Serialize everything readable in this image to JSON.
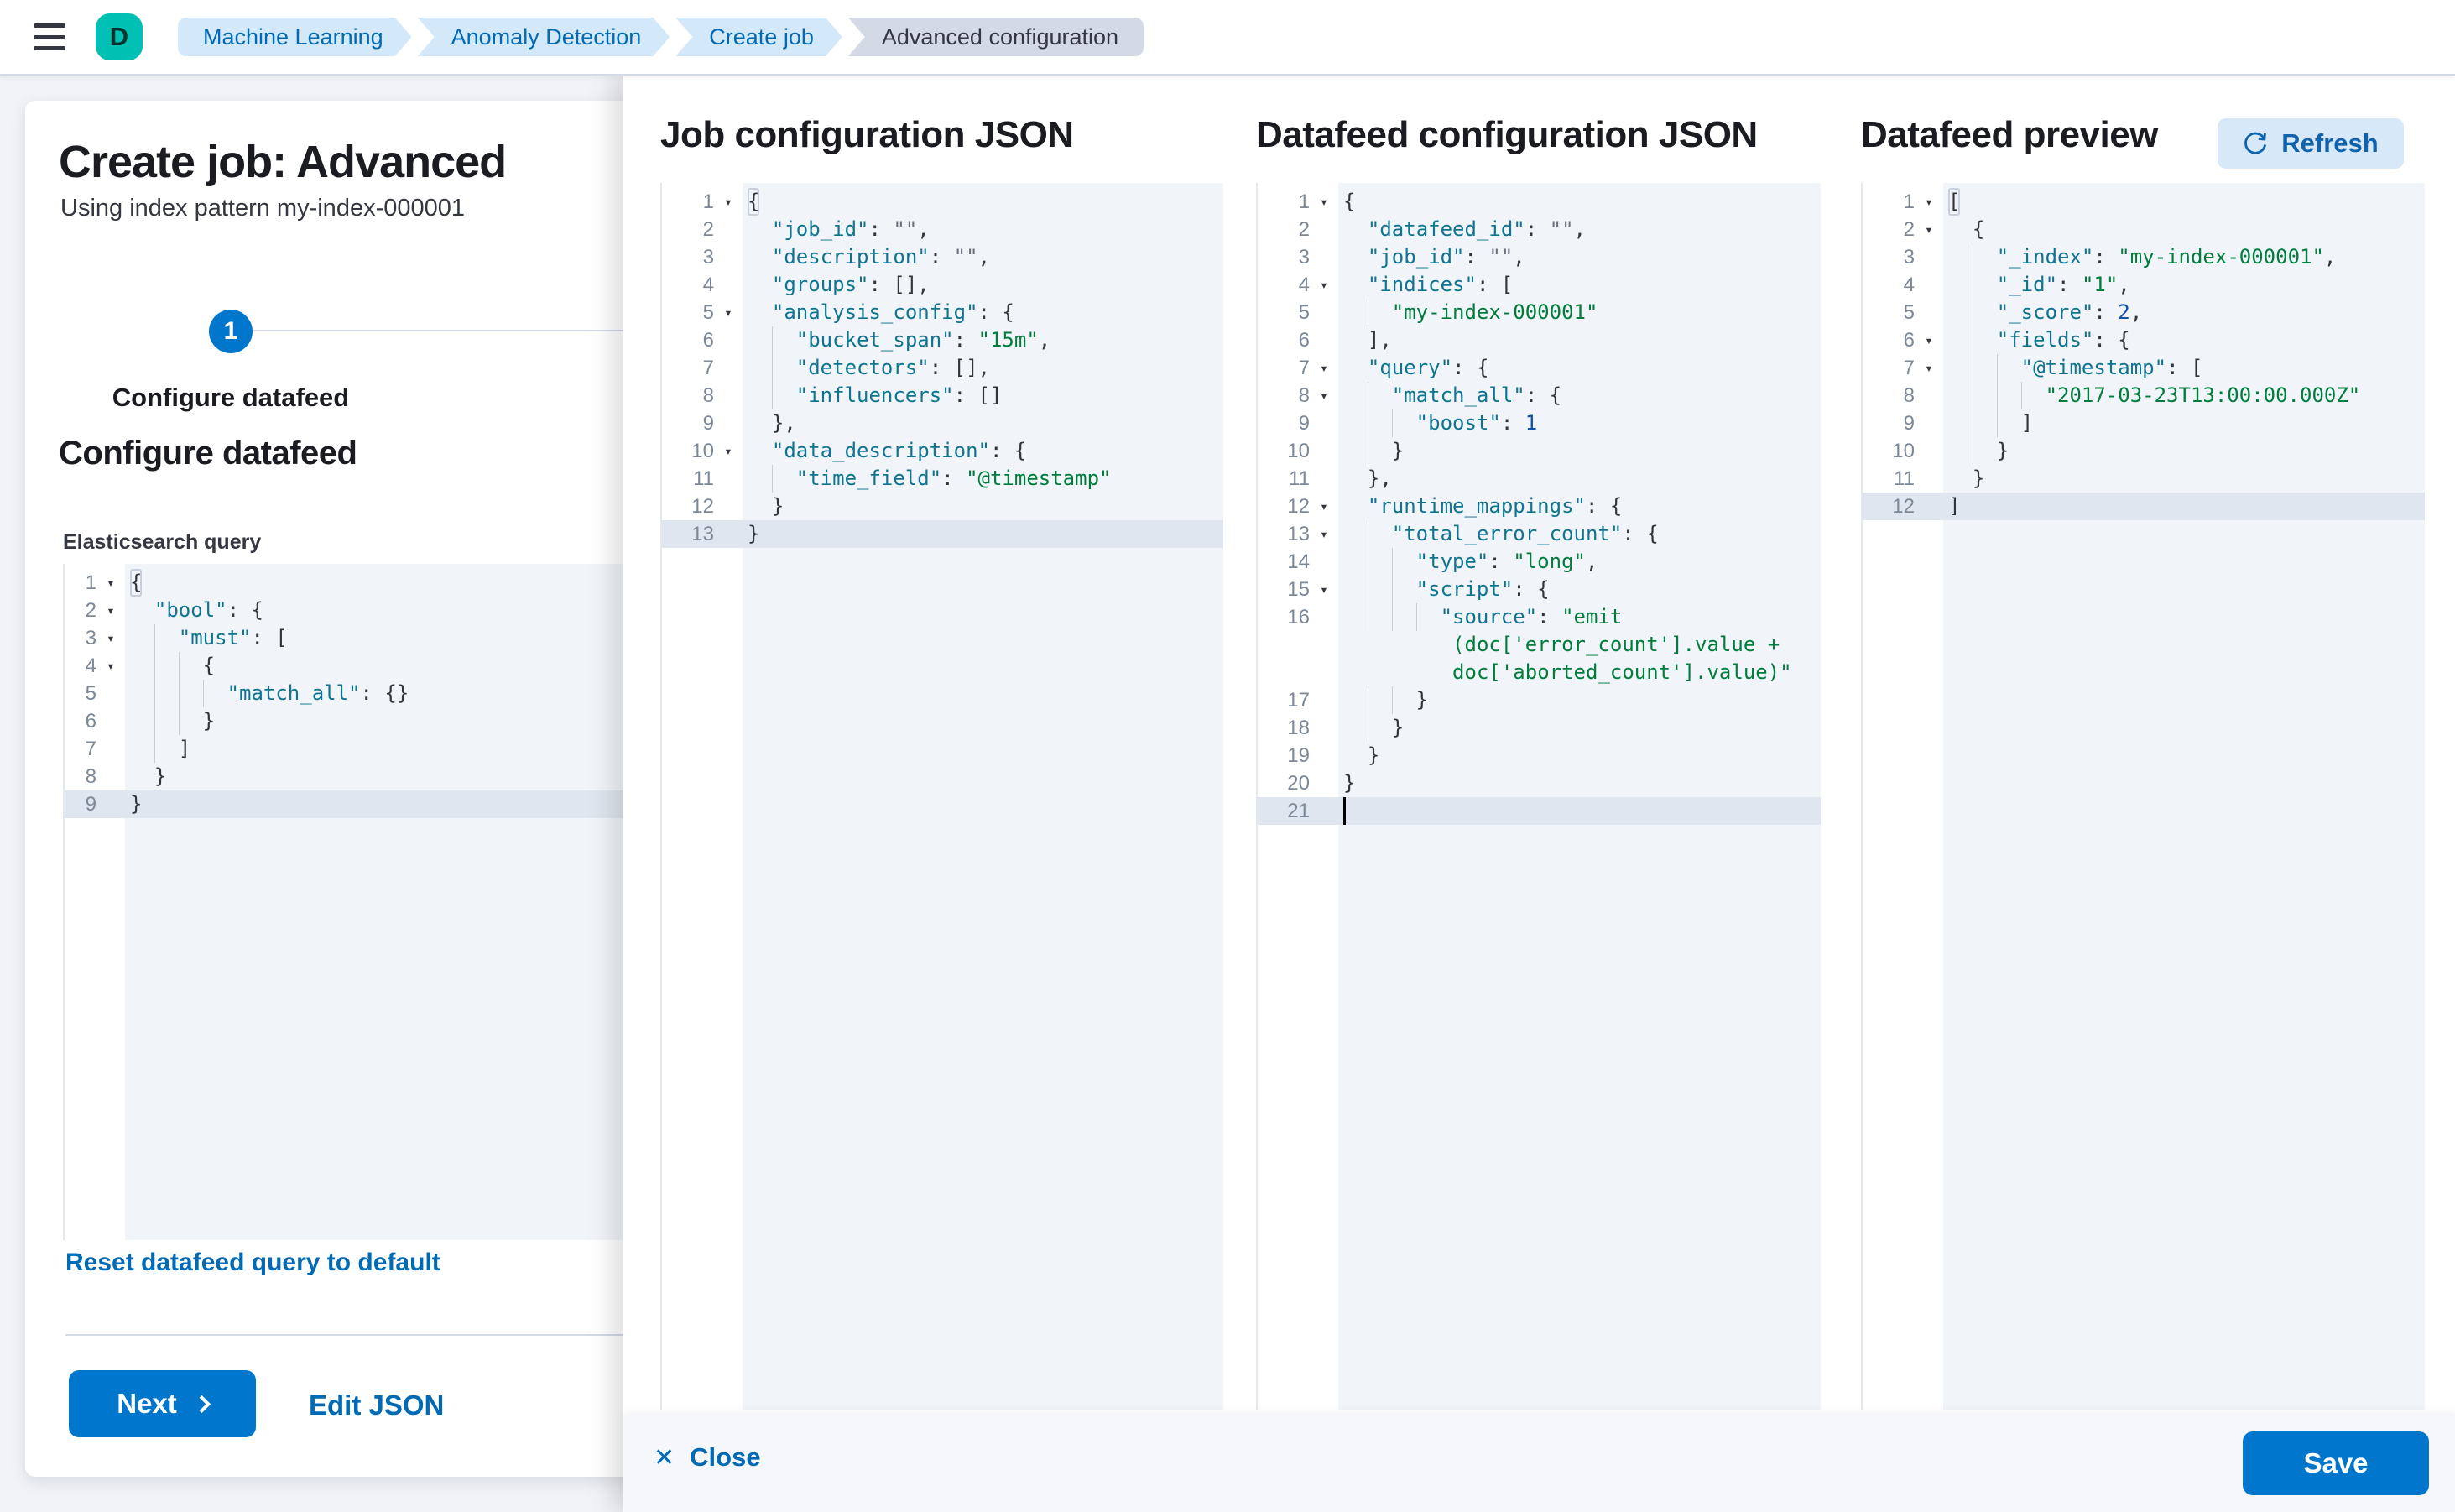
{
  "colors": {
    "primary": "#0077cc",
    "link": "#006bb4",
    "avatar_bg": "#00bfb3",
    "breadcrumb_bg": "#d3e8f9",
    "breadcrumb_current_bg": "#d3dae6",
    "editor_code_bg": "#f1f4f9",
    "editor_active_line": "#e0e6ef",
    "token_key": "#0f7490",
    "token_string": "#007d3c",
    "token_number": "#0b52a8"
  },
  "header": {
    "avatar": "D",
    "breadcrumbs": [
      {
        "label": "Machine Learning",
        "current": false
      },
      {
        "label": "Anomaly Detection",
        "current": false
      },
      {
        "label": "Create job",
        "current": false
      },
      {
        "label": "Advanced configuration",
        "current": true
      }
    ]
  },
  "wizard": {
    "title": "Create job: Advanced",
    "subtitle": "Using index pattern my-index-000001",
    "step_number": "1",
    "step_label": "Configure datafeed",
    "section_heading": "Configure datafeed",
    "query_label": "Elasticsearch query",
    "reset_link": "Reset datafeed query to default",
    "next_button": "Next",
    "edit_json_link": "Edit JSON"
  },
  "flyout": {
    "panels": [
      {
        "title": "Job configuration JSON"
      },
      {
        "title": "Datafeed configuration JSON"
      },
      {
        "title": "Datafeed preview"
      }
    ],
    "refresh_button": "Refresh",
    "close_button": "Close",
    "save_button": "Save"
  },
  "editors": {
    "es_query": {
      "gutter_width": 72,
      "lines": [
        {
          "n": "1",
          "fold": true,
          "ind": 0,
          "tokens": [
            {
              "t": "pb",
              "v": "{"
            }
          ]
        },
        {
          "n": "2",
          "fold": true,
          "ind": 1,
          "tokens": [
            {
              "t": "k",
              "v": "\"bool\""
            },
            {
              "t": "p",
              "v": ": {"
            }
          ]
        },
        {
          "n": "3",
          "fold": true,
          "ind": 2,
          "tokens": [
            {
              "t": "k",
              "v": "\"must\""
            },
            {
              "t": "p",
              "v": ": ["
            }
          ]
        },
        {
          "n": "4",
          "fold": true,
          "ind": 3,
          "tokens": [
            {
              "t": "p",
              "v": "{"
            }
          ]
        },
        {
          "n": "5",
          "ind": 4,
          "tokens": [
            {
              "t": "k",
              "v": "\"match_all\""
            },
            {
              "t": "p",
              "v": ": {}"
            }
          ]
        },
        {
          "n": "6",
          "ind": 3,
          "tokens": [
            {
              "t": "p",
              "v": "}"
            }
          ]
        },
        {
          "n": "7",
          "ind": 2,
          "tokens": [
            {
              "t": "p",
              "v": "]"
            }
          ]
        },
        {
          "n": "8",
          "ind": 1,
          "tokens": [
            {
              "t": "p",
              "v": "}"
            }
          ]
        },
        {
          "n": "9",
          "ind": 0,
          "active": true,
          "tokens": [
            {
              "t": "p",
              "v": "}"
            }
          ]
        }
      ]
    },
    "job_config": {
      "gutter_width": 96,
      "lines": [
        {
          "n": "1",
          "fold": true,
          "ind": 0,
          "tokens": [
            {
              "t": "pb",
              "v": "{"
            }
          ]
        },
        {
          "n": "2",
          "ind": 1,
          "tokens": [
            {
              "t": "k",
              "v": "\"job_id\""
            },
            {
              "t": "p",
              "v": ": "
            },
            {
              "t": "e",
              "v": "\"\""
            },
            {
              "t": "p",
              "v": ","
            }
          ]
        },
        {
          "n": "3",
          "ind": 1,
          "tokens": [
            {
              "t": "k",
              "v": "\"description\""
            },
            {
              "t": "p",
              "v": ": "
            },
            {
              "t": "e",
              "v": "\"\""
            },
            {
              "t": "p",
              "v": ","
            }
          ]
        },
        {
          "n": "4",
          "ind": 1,
          "tokens": [
            {
              "t": "k",
              "v": "\"groups\""
            },
            {
              "t": "p",
              "v": ": [],"
            }
          ]
        },
        {
          "n": "5",
          "fold": true,
          "ind": 1,
          "tokens": [
            {
              "t": "k",
              "v": "\"analysis_config\""
            },
            {
              "t": "p",
              "v": ": {"
            }
          ]
        },
        {
          "n": "6",
          "ind": 2,
          "tokens": [
            {
              "t": "k",
              "v": "\"bucket_span\""
            },
            {
              "t": "p",
              "v": ": "
            },
            {
              "t": "s",
              "v": "\"15m\""
            },
            {
              "t": "p",
              "v": ","
            }
          ]
        },
        {
          "n": "7",
          "ind": 2,
          "tokens": [
            {
              "t": "k",
              "v": "\"detectors\""
            },
            {
              "t": "p",
              "v": ": [],"
            }
          ]
        },
        {
          "n": "8",
          "ind": 2,
          "tokens": [
            {
              "t": "k",
              "v": "\"influencers\""
            },
            {
              "t": "p",
              "v": ": []"
            }
          ]
        },
        {
          "n": "9",
          "ind": 1,
          "tokens": [
            {
              "t": "p",
              "v": "},"
            }
          ]
        },
        {
          "n": "10",
          "fold": true,
          "ind": 1,
          "tokens": [
            {
              "t": "k",
              "v": "\"data_description\""
            },
            {
              "t": "p",
              "v": ": {"
            }
          ]
        },
        {
          "n": "11",
          "ind": 2,
          "tokens": [
            {
              "t": "k",
              "v": "\"time_field\""
            },
            {
              "t": "p",
              "v": ": "
            },
            {
              "t": "s",
              "v": "\"@timestamp\""
            }
          ]
        },
        {
          "n": "12",
          "ind": 1,
          "tokens": [
            {
              "t": "p",
              "v": "}"
            }
          ]
        },
        {
          "n": "13",
          "ind": 0,
          "active": true,
          "tokens": [
            {
              "t": "p",
              "v": "}"
            }
          ]
        }
      ]
    },
    "datafeed_config": {
      "gutter_width": 96,
      "lines": [
        {
          "n": "1",
          "fold": true,
          "ind": 0,
          "tokens": [
            {
              "t": "p",
              "v": "{"
            }
          ]
        },
        {
          "n": "2",
          "ind": 1,
          "tokens": [
            {
              "t": "k",
              "v": "\"datafeed_id\""
            },
            {
              "t": "p",
              "v": ": "
            },
            {
              "t": "e",
              "v": "\"\""
            },
            {
              "t": "p",
              "v": ","
            }
          ]
        },
        {
          "n": "3",
          "ind": 1,
          "tokens": [
            {
              "t": "k",
              "v": "\"job_id\""
            },
            {
              "t": "p",
              "v": ": "
            },
            {
              "t": "e",
              "v": "\"\""
            },
            {
              "t": "p",
              "v": ","
            }
          ]
        },
        {
          "n": "4",
          "fold": true,
          "ind": 1,
          "tokens": [
            {
              "t": "k",
              "v": "\"indices\""
            },
            {
              "t": "p",
              "v": ": ["
            }
          ]
        },
        {
          "n": "5",
          "ind": 2,
          "tokens": [
            {
              "t": "s",
              "v": "\"my-index-000001\""
            }
          ]
        },
        {
          "n": "6",
          "ind": 1,
          "tokens": [
            {
              "t": "p",
              "v": "],"
            }
          ]
        },
        {
          "n": "7",
          "fold": true,
          "ind": 1,
          "tokens": [
            {
              "t": "k",
              "v": "\"query\""
            },
            {
              "t": "p",
              "v": ": {"
            }
          ]
        },
        {
          "n": "8",
          "fold": true,
          "ind": 2,
          "tokens": [
            {
              "t": "k",
              "v": "\"match_all\""
            },
            {
              "t": "p",
              "v": ": {"
            }
          ]
        },
        {
          "n": "9",
          "ind": 3,
          "tokens": [
            {
              "t": "k",
              "v": "\"boost\""
            },
            {
              "t": "p",
              "v": ": "
            },
            {
              "t": "n",
              "v": "1"
            }
          ]
        },
        {
          "n": "10",
          "ind": 2,
          "tokens": [
            {
              "t": "p",
              "v": "}"
            }
          ]
        },
        {
          "n": "11",
          "ind": 1,
          "tokens": [
            {
              "t": "p",
              "v": "},"
            }
          ]
        },
        {
          "n": "12",
          "fold": true,
          "ind": 1,
          "tokens": [
            {
              "t": "k",
              "v": "\"runtime_mappings\""
            },
            {
              "t": "p",
              "v": ": {"
            }
          ]
        },
        {
          "n": "13",
          "fold": true,
          "ind": 2,
          "tokens": [
            {
              "t": "k",
              "v": "\"total_error_count\""
            },
            {
              "t": "p",
              "v": ": {"
            }
          ]
        },
        {
          "n": "14",
          "ind": 3,
          "tokens": [
            {
              "t": "k",
              "v": "\"type\""
            },
            {
              "t": "p",
              "v": ": "
            },
            {
              "t": "s",
              "v": "\"long\""
            },
            {
              "t": "p",
              "v": ","
            }
          ]
        },
        {
          "n": "15",
          "fold": true,
          "ind": 3,
          "tokens": [
            {
              "t": "k",
              "v": "\"script\""
            },
            {
              "t": "p",
              "v": ": {"
            }
          ]
        },
        {
          "n": "16",
          "ind": 4,
          "tokens": [
            {
              "t": "k",
              "v": "\"source\""
            },
            {
              "t": "p",
              "v": ": "
            },
            {
              "t": "s",
              "v": "\"emit"
            }
          ]
        },
        {
          "n": "",
          "ind": 0,
          "tokens": [
            {
              "t": "sp",
              "v": "         "
            },
            {
              "t": "s",
              "v": "(doc['error_count'].value +"
            }
          ]
        },
        {
          "n": "",
          "ind": 0,
          "tokens": [
            {
              "t": "sp",
              "v": "         "
            },
            {
              "t": "s",
              "v": "doc['aborted_count'].value)\""
            }
          ]
        },
        {
          "n": "17",
          "ind": 3,
          "tokens": [
            {
              "t": "p",
              "v": "}"
            }
          ]
        },
        {
          "n": "18",
          "ind": 2,
          "tokens": [
            {
              "t": "p",
              "v": "}"
            }
          ]
        },
        {
          "n": "19",
          "ind": 1,
          "tokens": [
            {
              "t": "p",
              "v": "}"
            }
          ]
        },
        {
          "n": "20",
          "ind": 0,
          "tokens": [
            {
              "t": "p",
              "v": "}"
            }
          ]
        },
        {
          "n": "21",
          "ind": 0,
          "active": true,
          "tokens": [
            {
              "t": "cursor",
              "v": ""
            }
          ]
        }
      ]
    },
    "datafeed_preview": {
      "gutter_width": 96,
      "lines": [
        {
          "n": "1",
          "fold": true,
          "ind": 0,
          "tokens": [
            {
              "t": "pb",
              "v": "["
            }
          ]
        },
        {
          "n": "2",
          "fold": true,
          "ind": 1,
          "tokens": [
            {
              "t": "p",
              "v": "{"
            }
          ]
        },
        {
          "n": "3",
          "ind": 2,
          "tokens": [
            {
              "t": "k",
              "v": "\"_index\""
            },
            {
              "t": "p",
              "v": ": "
            },
            {
              "t": "s",
              "v": "\"my-index-000001\""
            },
            {
              "t": "p",
              "v": ","
            }
          ]
        },
        {
          "n": "4",
          "ind": 2,
          "tokens": [
            {
              "t": "k",
              "v": "\"_id\""
            },
            {
              "t": "p",
              "v": ": "
            },
            {
              "t": "s",
              "v": "\"1\""
            },
            {
              "t": "p",
              "v": ","
            }
          ]
        },
        {
          "n": "5",
          "ind": 2,
          "tokens": [
            {
              "t": "k",
              "v": "\"_score\""
            },
            {
              "t": "p",
              "v": ": "
            },
            {
              "t": "n",
              "v": "2"
            },
            {
              "t": "p",
              "v": ","
            }
          ]
        },
        {
          "n": "6",
          "fold": true,
          "ind": 2,
          "tokens": [
            {
              "t": "k",
              "v": "\"fields\""
            },
            {
              "t": "p",
              "v": ": {"
            }
          ]
        },
        {
          "n": "7",
          "fold": true,
          "ind": 3,
          "tokens": [
            {
              "t": "k",
              "v": "\"@timestamp\""
            },
            {
              "t": "p",
              "v": ": ["
            }
          ]
        },
        {
          "n": "8",
          "ind": 4,
          "tokens": [
            {
              "t": "s",
              "v": "\"2017-03-23T13:00:00.000Z\""
            }
          ]
        },
        {
          "n": "9",
          "ind": 3,
          "tokens": [
            {
              "t": "p",
              "v": "]"
            }
          ]
        },
        {
          "n": "10",
          "ind": 2,
          "tokens": [
            {
              "t": "p",
              "v": "}"
            }
          ]
        },
        {
          "n": "11",
          "ind": 1,
          "tokens": [
            {
              "t": "p",
              "v": "}"
            }
          ]
        },
        {
          "n": "12",
          "ind": 0,
          "active": true,
          "tokens": [
            {
              "t": "p",
              "v": "]"
            }
          ]
        }
      ]
    }
  }
}
